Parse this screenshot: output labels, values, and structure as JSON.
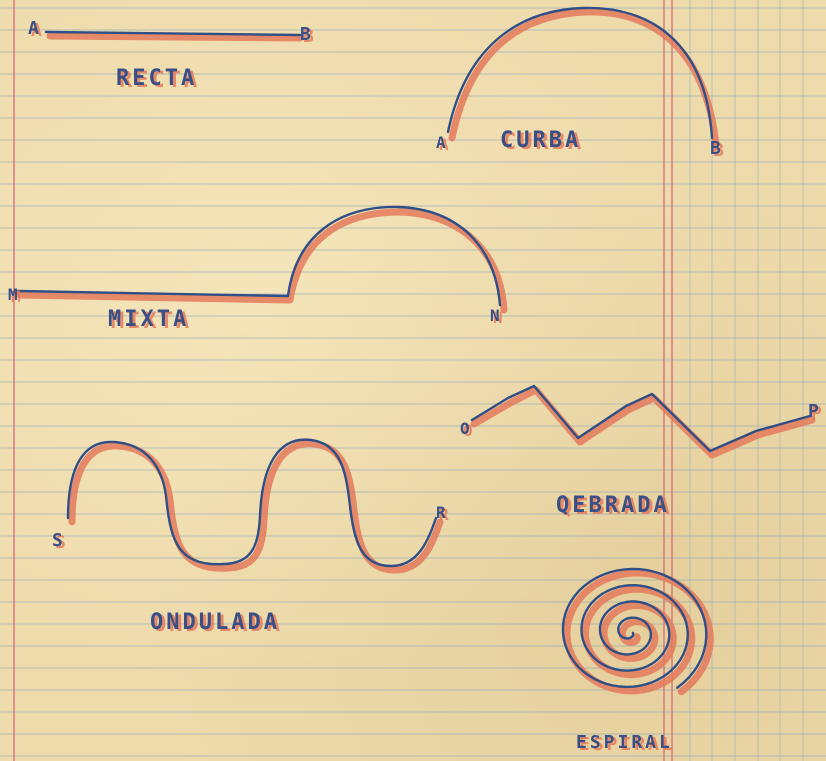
{
  "lines": {
    "recta": {
      "name": "RECTA",
      "start": "A",
      "end": "B"
    },
    "curba": {
      "name": "CURBA",
      "start": "A",
      "end": "B"
    },
    "mixta": {
      "name": "MIXTA",
      "start": "M",
      "end": "N"
    },
    "quebrada": {
      "name": "QEBRADA",
      "start": "O",
      "end": "P"
    },
    "ondulada": {
      "name": "ONDULADA",
      "start": "S",
      "end": "R"
    },
    "espiral": {
      "name": "ESPIRAL"
    }
  },
  "colors": {
    "paper": "#eedbac",
    "ink_blue": "#2f4f86",
    "ink_red": "#e47a5c",
    "margin_red": "#d9707a",
    "grid_blue": "#9ab0b8"
  }
}
